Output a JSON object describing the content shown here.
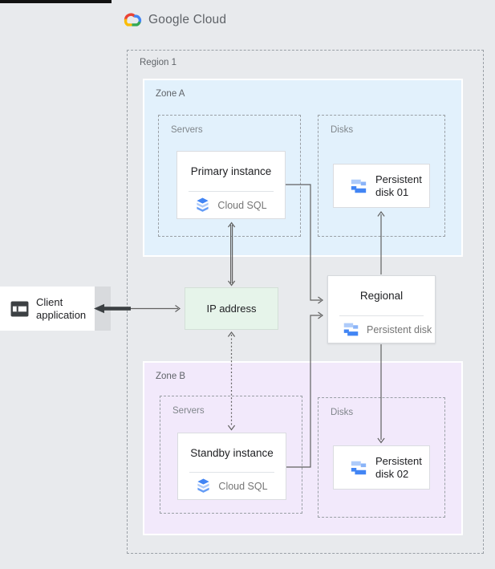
{
  "logo": {
    "text": "Google Cloud",
    "icon": "google-cloud-logo-icon"
  },
  "region": {
    "label": "Region 1"
  },
  "zones": [
    {
      "label": "Zone A",
      "bg": "#e2f1fc",
      "groups": [
        {
          "label": "Servers"
        },
        {
          "label": "Disks"
        }
      ]
    },
    {
      "label": "Zone B",
      "bg": "#f2e9fb",
      "groups": [
        {
          "label": "Servers"
        },
        {
          "label": "Disks"
        }
      ]
    }
  ],
  "nodes": {
    "client": {
      "line1": "Client",
      "line2": "application",
      "icon": "client-app-icon"
    },
    "ip": {
      "label": "IP address",
      "bg": "#e6f4ea"
    },
    "primary": {
      "title": "Primary instance",
      "service": "Cloud SQL",
      "icon": "cloud-sql-icon"
    },
    "standby": {
      "title": "Standby instance",
      "service": "Cloud SQL",
      "icon": "cloud-sql-icon"
    },
    "disk01": {
      "line1": "Persistent",
      "line2": "disk 01",
      "icon": "persistent-disk-icon"
    },
    "disk02": {
      "line1": "Persistent",
      "line2": "disk 02",
      "icon": "persistent-disk-icon"
    },
    "regional": {
      "title": "Regional",
      "service": "Persistent disk",
      "icon": "persistent-disk-icon"
    }
  },
  "colors": {
    "page_bg": "#e8eaed",
    "top_bar": "#111111",
    "zone_a_bg": "#e2f1fc",
    "zone_b_bg": "#f2e9fb",
    "ip_bg": "#e6f4ea",
    "card_border": "#dadce0",
    "dotted_border": "#9aa0a6",
    "arrow": "#616161",
    "bold_arrow": "#3c4043",
    "google_blue": "#4285f4",
    "google_red": "#ea4335",
    "google_yellow": "#fbbc04",
    "google_green": "#34a853",
    "disk_light": "#aecbfa",
    "disk_mid": "#8ab4f8"
  }
}
